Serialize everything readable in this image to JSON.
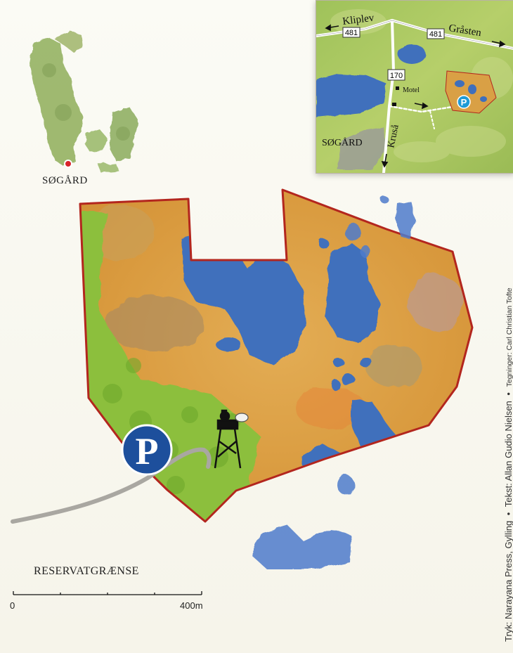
{
  "denmark_map": {
    "marker_label": "SØGÅRD",
    "marker_color": "#d8232a"
  },
  "inset_map": {
    "roads": [
      {
        "number": "481",
        "direction_label": "Kliplev"
      },
      {
        "number": "481",
        "direction_label": "Gråsten"
      },
      {
        "number": "170",
        "direction_label": "Kruså"
      }
    ],
    "motel_label": "Motel",
    "town_label": "SØGÅRD",
    "parking_symbol": "P"
  },
  "main_map": {
    "parking_symbol": "P",
    "boundary_color": "#b3261e",
    "legend_label": "RESERVATGRÆNSE",
    "icons": [
      "parking-icon",
      "observation-tower-icon"
    ]
  },
  "scale_bar": {
    "min_label": "0",
    "max_label": "400m"
  },
  "credits": {
    "print": "Tryk: Narayana Press, Gylling",
    "text": "Tekst: Allan Gudio Nielsen",
    "drawings": "Tegninger: Carl Christian Tofte",
    "separator": "•"
  },
  "colors": {
    "water": "#3f6fbc",
    "heath": "#d9a045",
    "forest": "#8cbf3c",
    "parking_blue": "#1d4f9c"
  }
}
